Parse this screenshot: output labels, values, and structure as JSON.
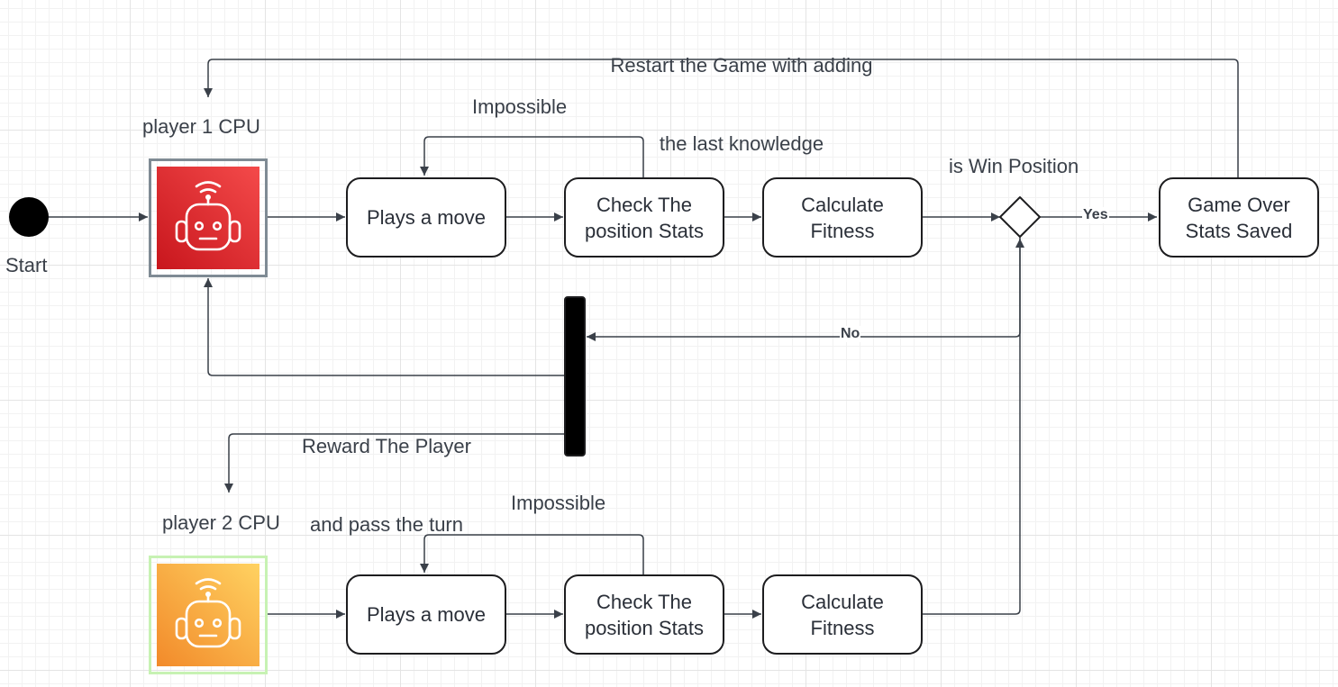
{
  "start": {
    "label": "Start"
  },
  "restart_note": {
    "line1": "Restart the Game with adding",
    "line2": "the last knowledge"
  },
  "player1": {
    "title": "player 1 CPU",
    "impossible_label": "Impossible",
    "steps": {
      "plays": "Plays a move",
      "check": "Check The\nposition Stats",
      "fitness": "Calculate\nFitness"
    },
    "colors": {
      "gradient_top": "#f44a4a",
      "gradient_bottom": "#c8161d",
      "frame": "#7f8b94"
    },
    "icon": "robot-icon"
  },
  "player2": {
    "title": "player 2 CPU",
    "impossible_label": "Impossible",
    "steps": {
      "plays": "Plays a move",
      "check": "Check The\nposition Stats",
      "fitness": "Calculate\nFitness"
    },
    "colors": {
      "gradient_top": "#ffd261",
      "gradient_bottom": "#f28a2a",
      "frame": "#c7f2b3"
    },
    "icon": "robot-icon"
  },
  "decision": {
    "label": "is Win Position",
    "yes": "Yes",
    "no": "No"
  },
  "game_over": {
    "label": "Game Over\nStats Saved"
  },
  "reward_note": {
    "line1": "Reward The Player",
    "line2": "and pass the turn"
  }
}
